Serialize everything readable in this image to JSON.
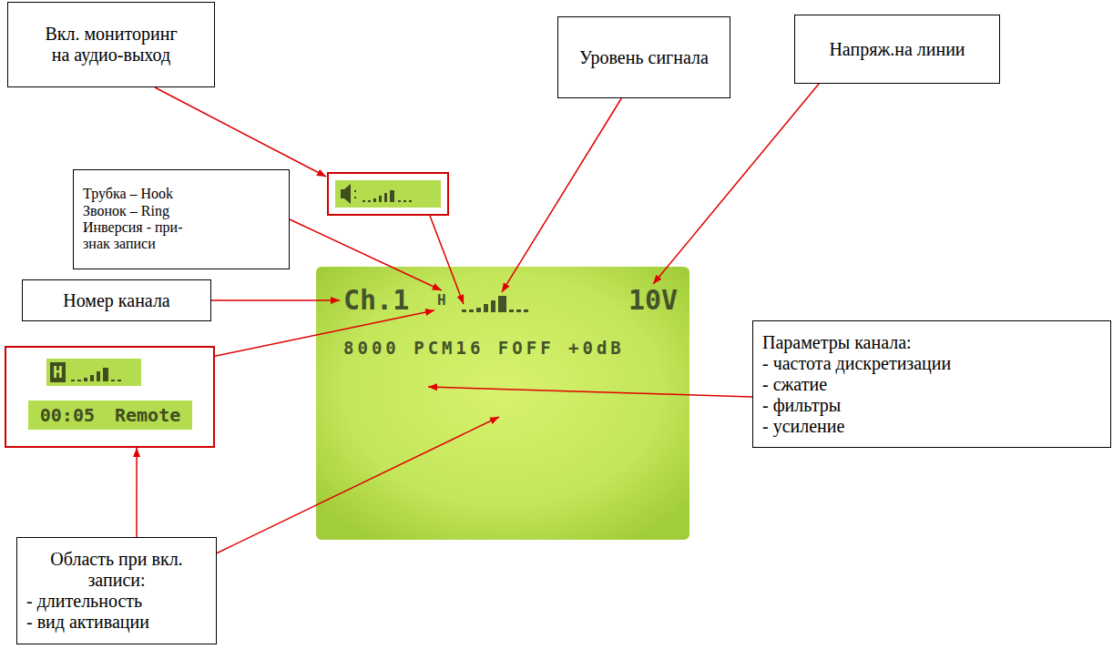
{
  "diagram": {
    "nodes": [
      {
        "text": [
          "Вкл. мониторинг на аудио-выход"
        ]
      },
      {
        "text": [
          "Уровень сигнала"
        ]
      },
      {
        "text": [
          "Напряж.на линии"
        ]
      },
      {
        "text": [
          "Трубка – Hook",
          "Звонок – Ring",
          "Инверсия - при- знак записи"
        ]
      },
      {
        "text": [
          "Номер канала"
        ]
      },
      {
        "text": [
          "Ch.1",
          "H",
          "10V",
          "8000 PCM16 FOFF +0dB"
        ]
      },
      {
        "text": [
          "Параметры канала:",
          "- частота дискретизации",
          "- сжатие",
          "- фильтры",
          "- усиление"
        ]
      },
      {
        "text": [
          "H",
          "00:05",
          "Remote"
        ]
      },
      {
        "text": [
          "Область при вкл. записи:",
          "- длительность",
          "- вид активации"
        ]
      }
    ],
    "edges": [
      {
        "from": 1,
        "to": 5,
        "arrow": "to"
      },
      {
        "from": 3,
        "to": 5,
        "arrow": "to"
      },
      {
        "from": 2,
        "to": 5,
        "arrow": "to"
      },
      {
        "from": 4,
        "to": 5,
        "arrow": "to"
      },
      {
        "from": 7,
        "to": 5,
        "arrow": "to"
      },
      {
        "from": 8,
        "to": 7,
        "arrow": "to"
      },
      {
        "from": 8,
        "to": 5,
        "arrow": "to"
      },
      {
        "from": 6,
        "to": 5,
        "arrow": "to"
      }
    ]
  }
}
